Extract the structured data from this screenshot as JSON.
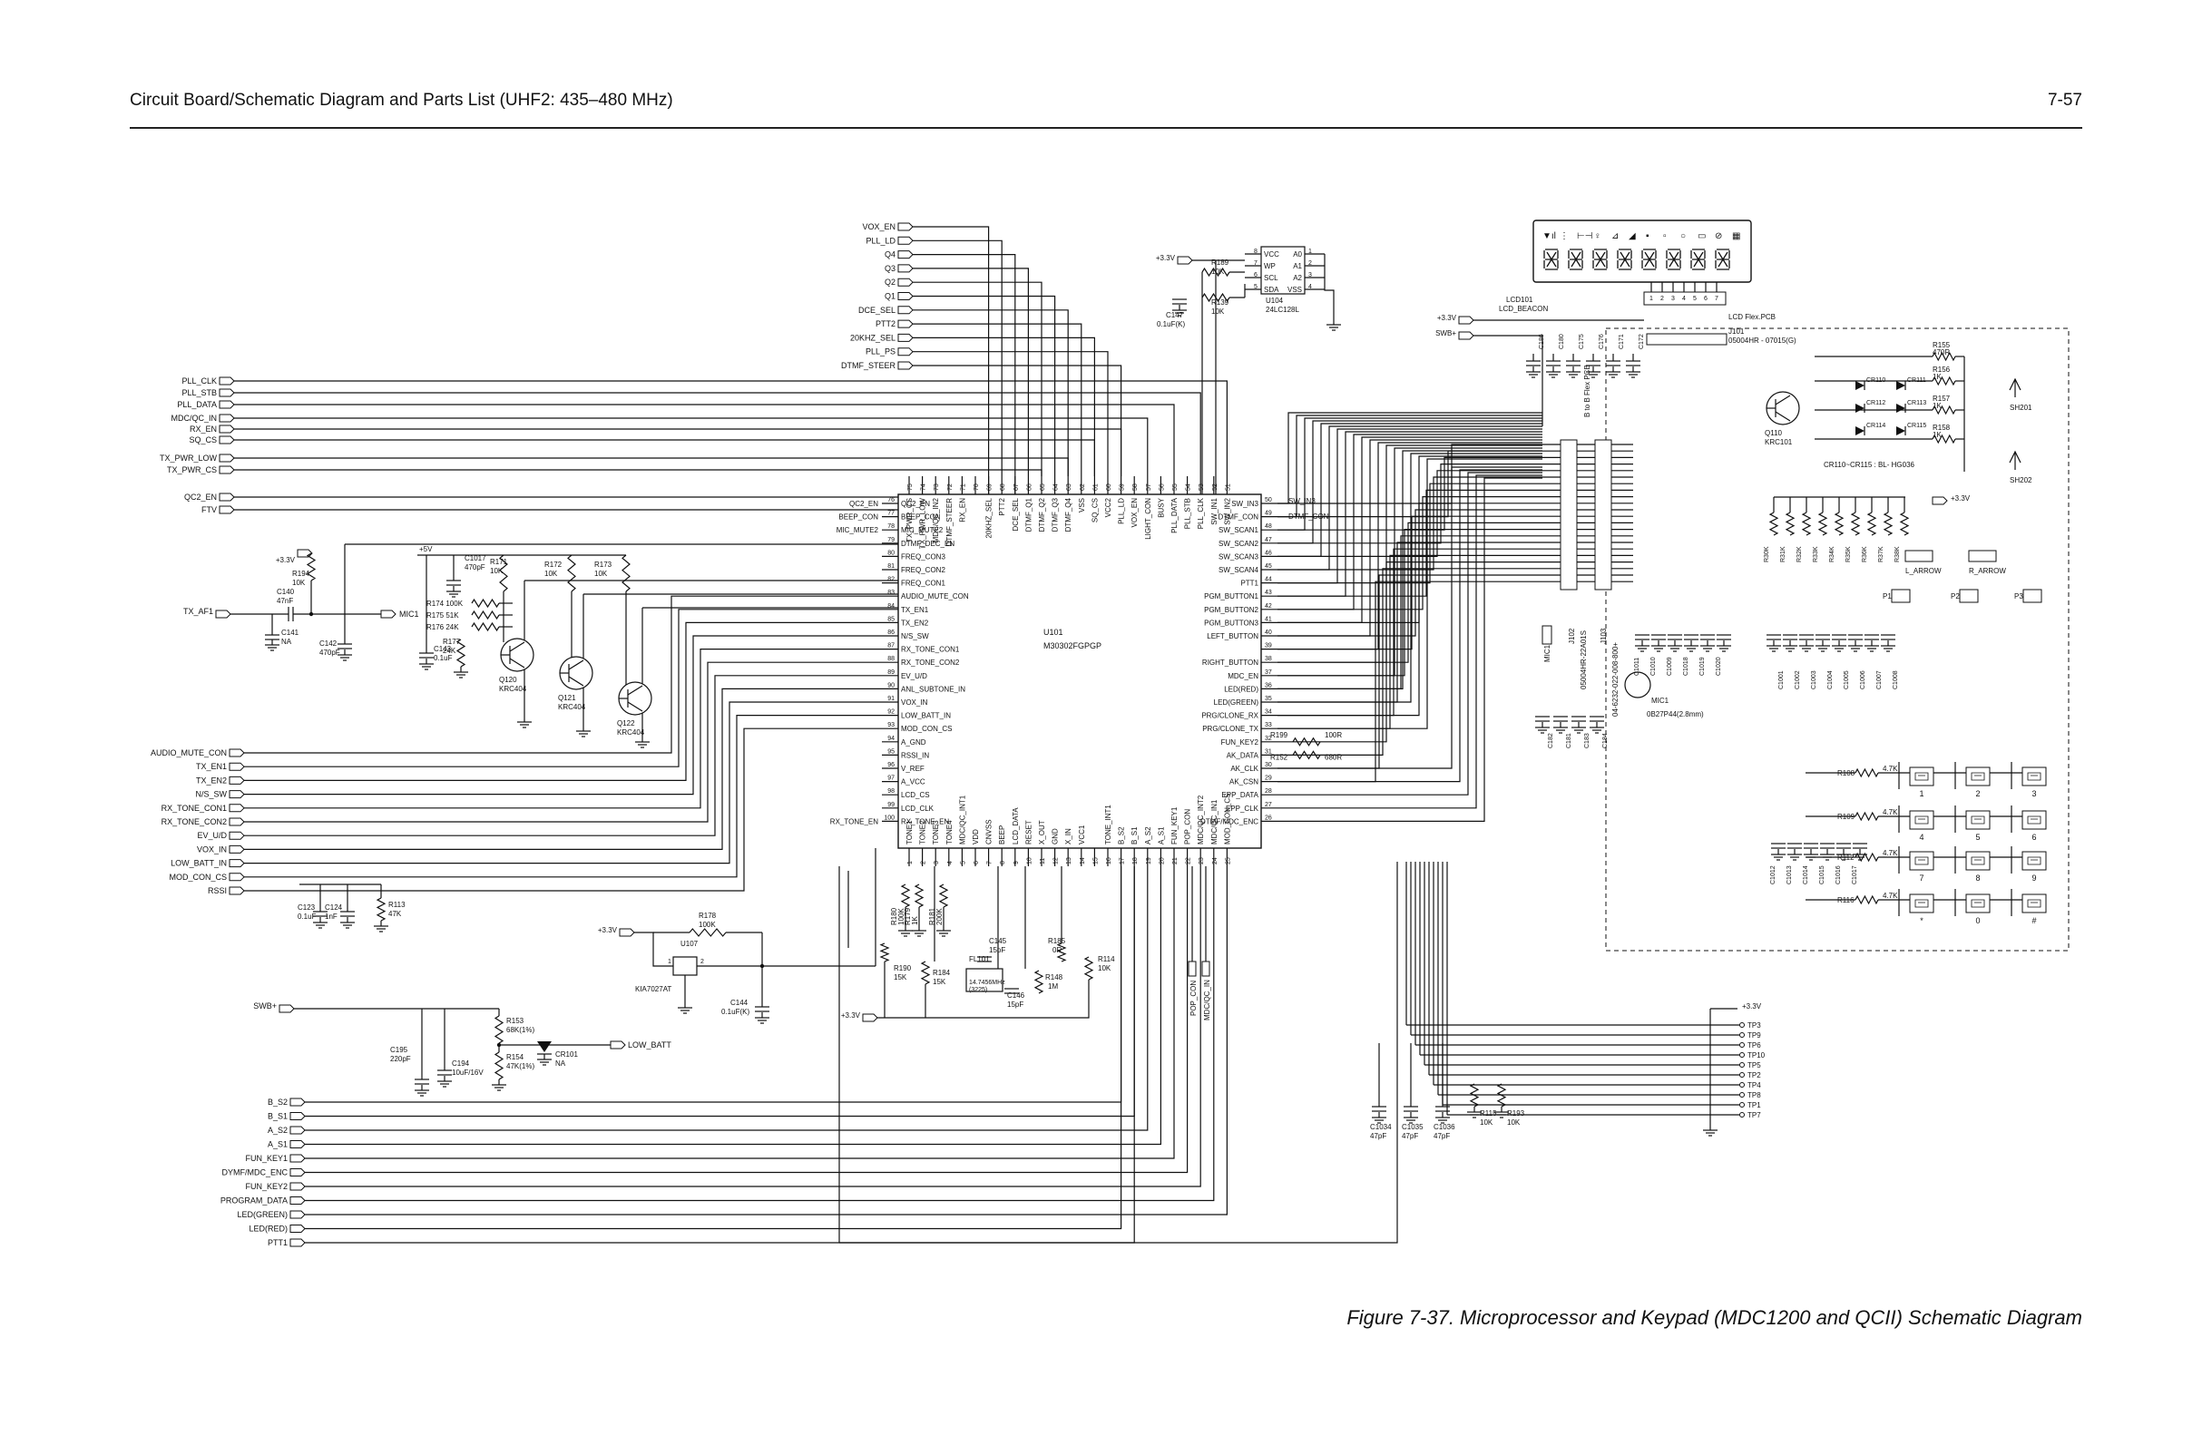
{
  "header": {
    "title": "Circuit Board/Schematic Diagram and Parts List (UHF2: 435–480 MHz)",
    "page_number": "7-57"
  },
  "caption": "Figure 7-37. Microprocessor and Keypad (MDC1200 and QCII) Schematic Diagram",
  "mcu": {
    "ref": "U101",
    "part": "M30302FGPGP",
    "left_pins": [
      {
        "num": "76",
        "name": "QC2_EN",
        "ext": "QC2_EN"
      },
      {
        "num": "77",
        "name": "BEEP_CON",
        "ext": "BEEP_CON"
      },
      {
        "num": "78",
        "name": "MIC_MUTE2",
        "ext": "MIC_MUTE2"
      },
      {
        "num": "79",
        "name": "DTMF_DEC_EN",
        "ext": ""
      },
      {
        "num": "80",
        "name": "FREQ_CON3",
        "ext": ""
      },
      {
        "num": "81",
        "name": "FREQ_CON2",
        "ext": ""
      },
      {
        "num": "82",
        "name": "FREQ_CON1",
        "ext": ""
      },
      {
        "num": "83",
        "name": "AUDIO_MUTE_CON",
        "ext": ""
      },
      {
        "num": "84",
        "name": "TX_EN1",
        "ext": ""
      },
      {
        "num": "85",
        "name": "TX_EN2",
        "ext": ""
      },
      {
        "num": "86",
        "name": "N/S_SW",
        "ext": ""
      },
      {
        "num": "87",
        "name": "RX_TONE_CON1",
        "ext": ""
      },
      {
        "num": "88",
        "name": "RX_TONE_CON2",
        "ext": ""
      },
      {
        "num": "89",
        "name": "EV_U/D",
        "ext": ""
      },
      {
        "num": "90",
        "name": "ANL_SUBTONE_IN",
        "ext": ""
      },
      {
        "num": "91",
        "name": "VOX_IN",
        "ext": ""
      },
      {
        "num": "92",
        "name": "LOW_BATT_IN",
        "ext": ""
      },
      {
        "num": "93",
        "name": "MOD_CON_CS",
        "ext": ""
      },
      {
        "num": "94",
        "name": "A_GND",
        "ext": ""
      },
      {
        "num": "95",
        "name": "RSSI_IN",
        "ext": ""
      },
      {
        "num": "96",
        "name": "V_REF",
        "ext": ""
      },
      {
        "num": "97",
        "name": "A_VCC",
        "ext": ""
      },
      {
        "num": "98",
        "name": "LCD_CS",
        "ext": ""
      },
      {
        "num": "99",
        "name": "LCD_CLK",
        "ext": ""
      },
      {
        "num": "100",
        "name": "RX_TONE_EN",
        "ext": "RX_TONE_EN"
      }
    ],
    "right_pins": [
      {
        "num": "50",
        "name": "SW_IN3"
      },
      {
        "num": "49",
        "name": "DTMF_CON"
      },
      {
        "num": "48",
        "name": "SW_SCAN1"
      },
      {
        "num": "47",
        "name": "SW_SCAN2"
      },
      {
        "num": "46",
        "name": "SW_SCAN3"
      },
      {
        "num": "45",
        "name": "SW_SCAN4"
      },
      {
        "num": "44",
        "name": "PTT1"
      },
      {
        "num": "43",
        "name": "PGM_BUTTON1"
      },
      {
        "num": "42",
        "name": "PGM_BUTTON2"
      },
      {
        "num": "41",
        "name": "PGM_BUTTON3"
      },
      {
        "num": "40",
        "name": "LEFT_BUTTON"
      },
      {
        "num": "39",
        "name": ""
      },
      {
        "num": "38",
        "name": "RIGHT_BUTTON"
      },
      {
        "num": "37",
        "name": "MDC_EN"
      },
      {
        "num": "36",
        "name": "LED(RED)"
      },
      {
        "num": "35",
        "name": "LED(GREEN)"
      },
      {
        "num": "34",
        "name": "PRG/CLONE_RX"
      },
      {
        "num": "33",
        "name": "PRG/CLONE_TX"
      },
      {
        "num": "32",
        "name": "FUN_KEY2"
      },
      {
        "num": "31",
        "name": "AK_DATA"
      },
      {
        "num": "30",
        "name": "AK_CLK"
      },
      {
        "num": "29",
        "name": "AK_CSN"
      },
      {
        "num": "28",
        "name": "EPP_DATA"
      },
      {
        "num": "27",
        "name": "EPP_CLK"
      },
      {
        "num": "26",
        "name": "DTMF/MDC_ENC"
      }
    ],
    "top_pins": [
      {
        "num": "75",
        "name": "TX_PWR_CS"
      },
      {
        "num": "74",
        "name": "TX_PWR_LOW"
      },
      {
        "num": "73",
        "name": "MDC/QC_IN2"
      },
      {
        "num": "72",
        "name": "DTMF_STEER"
      },
      {
        "num": "71",
        "name": "RX_EN"
      },
      {
        "num": "70",
        "name": ""
      },
      {
        "num": "69",
        "name": "20KHZ_SEL"
      },
      {
        "num": "68",
        "name": "PTT2"
      },
      {
        "num": "67",
        "name": "DCE_SEL"
      },
      {
        "num": "66",
        "name": "DTMF_Q1"
      },
      {
        "num": "65",
        "name": "DTMF_Q2"
      },
      {
        "num": "64",
        "name": "DTMF_Q3"
      },
      {
        "num": "63",
        "name": "DTMF_Q4"
      },
      {
        "num": "62",
        "name": "VSS"
      },
      {
        "num": "61",
        "name": "SQ_CS"
      },
      {
        "num": "60",
        "name": "VCC2"
      },
      {
        "num": "59",
        "name": "PLL_LD"
      },
      {
        "num": "58",
        "name": "VOX_EN"
      },
      {
        "num": "57",
        "name": "LIGHT_CON"
      },
      {
        "num": "56",
        "name": "BUSY"
      },
      {
        "num": "55",
        "name": "PLL_DATA"
      },
      {
        "num": "54",
        "name": "PLL_STB"
      },
      {
        "num": "53",
        "name": "PLL_CLK"
      },
      {
        "num": "52",
        "name": "SW_IN1"
      },
      {
        "num": "51",
        "name": "SW_IN2"
      }
    ],
    "bottom_pins": [
      {
        "num": "1",
        "name": "TONE1"
      },
      {
        "num": "2",
        "name": "TONE2"
      },
      {
        "num": "3",
        "name": "TONE3"
      },
      {
        "num": "4",
        "name": "TONE4"
      },
      {
        "num": "5",
        "name": "MDC/QC_INT1"
      },
      {
        "num": "6",
        "name": "VDD"
      },
      {
        "num": "7",
        "name": "CNVSS"
      },
      {
        "num": "8",
        "name": "BEEP"
      },
      {
        "num": "9",
        "name": "LCD_DATA"
      },
      {
        "num": "10",
        "name": "RESET"
      },
      {
        "num": "11",
        "name": "X_OUT"
      },
      {
        "num": "12",
        "name": "GND"
      },
      {
        "num": "13",
        "name": "X_IN"
      },
      {
        "num": "14",
        "name": "VCC1"
      },
      {
        "num": "15",
        "name": ""
      },
      {
        "num": "16",
        "name": "TONE_INT1"
      },
      {
        "num": "17",
        "name": "B_S2"
      },
      {
        "num": "18",
        "name": "B_S1"
      },
      {
        "num": "19",
        "name": "A_S2"
      },
      {
        "num": "20",
        "name": "A_S1"
      },
      {
        "num": "21",
        "name": "FUN_KEY1"
      },
      {
        "num": "22",
        "name": "POP_CON"
      },
      {
        "num": "23",
        "name": "MDC/QC_INT2"
      },
      {
        "num": "24",
        "name": "MDC/QC_IN1"
      },
      {
        "num": "25",
        "name": "MOD_CON_CS"
      }
    ]
  },
  "left_connectors": [
    {
      "name": "PLL_CLK"
    },
    {
      "name": "PLL_STB"
    },
    {
      "name": "PLL_DATA"
    },
    {
      "name": "MDC/QC_IN"
    },
    {
      "name": "RX_EN"
    },
    {
      "name": "SQ_CS"
    },
    {
      "name": "TX_PWR_LOW"
    },
    {
      "name": "TX_PWR_CS"
    },
    {
      "name": "QC2_EN"
    },
    {
      "name": "FTV"
    }
  ],
  "top_connectors": [
    {
      "name": "VOX_EN"
    },
    {
      "name": "PLL_LD"
    },
    {
      "name": "Q4"
    },
    {
      "name": "Q3"
    },
    {
      "name": "Q2"
    },
    {
      "name": "Q1"
    },
    {
      "name": "DCE_SEL"
    },
    {
      "name": "PTT2"
    },
    {
      "name": "20KHZ_SEL"
    },
    {
      "name": "PLL_PS"
    },
    {
      "name": "DTMF_STEER"
    }
  ],
  "mid_connectors": [
    {
      "name": "AUDIO_MUTE_CON"
    },
    {
      "name": "TX_EN1"
    },
    {
      "name": "TX_EN2"
    },
    {
      "name": "N/S_SW"
    },
    {
      "name": "RX_TONE_CON1"
    },
    {
      "name": "RX_TONE_CON2"
    },
    {
      "name": "EV_U/D"
    },
    {
      "name": "VOX_IN"
    },
    {
      "name": "LOW_BATT_IN"
    },
    {
      "name": "MOD_CON_CS"
    },
    {
      "name": "RSSI"
    }
  ],
  "bottom_connectors": [
    {
      "name": "B_S2"
    },
    {
      "name": "B_S1"
    },
    {
      "name": "A_S2"
    },
    {
      "name": "A_S1"
    },
    {
      "name": "FUN_KEY1"
    },
    {
      "name": "DYMF/MDC_ENC"
    },
    {
      "name": "FUN_KEY2"
    },
    {
      "name": "PROGRAM_DATA"
    },
    {
      "name": "LED(GREEN)"
    },
    {
      "name": "LED(RED)"
    },
    {
      "name": "PTT1"
    }
  ],
  "test_points": [
    {
      "name": "TP3"
    },
    {
      "name": "TP9"
    },
    {
      "name": "TP6"
    },
    {
      "name": "TP10"
    },
    {
      "name": "TP5"
    },
    {
      "name": "TP2"
    },
    {
      "name": "TP4"
    },
    {
      "name": "TP8"
    },
    {
      "name": "TP1"
    },
    {
      "name": "TP7"
    }
  ],
  "labels": {
    "v33": "+3.3V",
    "v5": "+5V",
    "swb": "SWB+",
    "tx_af1": "TX_AF1",
    "mic1": "MIC1",
    "low_batt": "LOW_BATT",
    "pop_con": "POP_CON",
    "mdc_qc_in": "MDC/QC_IN",
    "sw_in3": "SW_IN3",
    "dtmf_con": "DTMF_CON",
    "mdc_en": "MDC_EN",
    "epp_data": "EPP_DATA",
    "epp_clk": "EPP_CLK",
    "dtmf_mdc_enc": "DTMF/MDC_ENC",
    "lcd_beacon": "LCD_BEACON",
    "lcd101": "LCD101",
    "lcd_flex": "LCD   Flex.PCB",
    "b_to_b": "B  to  B  Flex  PCB",
    "cr_note": "CR110~CR115 : BL- HG036",
    "mic_spec": "0B27P44(2.8mm)",
    "sh201": "SH201",
    "sh202": "SH202",
    "l_arrow": "L_ARROW",
    "r_arrow": "R_ARROW",
    "p1": "P1",
    "p2": "P2",
    "p3": "P3"
  },
  "eeprom": {
    "ref": "U104",
    "part": "24LC128L",
    "pins_left": [
      "8",
      "7",
      "6",
      "5"
    ],
    "pins_right": [
      "1",
      "2",
      "3",
      "4"
    ],
    "names_left": [
      "VCC",
      "WP",
      "SCL",
      "SDA"
    ],
    "names_right": [
      "A0",
      "A1",
      "A2",
      "VSS"
    ]
  },
  "components": [
    {
      "ref": "R189",
      "val": "10K"
    },
    {
      "ref": "R139",
      "val": "10K"
    },
    {
      "ref": "C147",
      "val": "0.1uF(K)"
    },
    {
      "ref": "R194",
      "val": "10K"
    },
    {
      "ref": "C140",
      "val": "47nF"
    },
    {
      "ref": "C141",
      "val": "NA"
    },
    {
      "ref": "C142",
      "val": "470pF"
    },
    {
      "ref": "C1017",
      "val": "470pF"
    },
    {
      "ref": "R171",
      "val": "10K"
    },
    {
      "ref": "R172",
      "val": "10K"
    },
    {
      "ref": "R173",
      "val": "10K"
    },
    {
      "ref": "R174",
      "val": "100K"
    },
    {
      "ref": "R175",
      "val": "51K"
    },
    {
      "ref": "R176",
      "val": "24K"
    },
    {
      "ref": "C143",
      "val": "0.1uF"
    },
    {
      "ref": "R177",
      "val": "24K"
    },
    {
      "ref": "Q120",
      "val": "KRC404"
    },
    {
      "ref": "Q121",
      "val": "KRC404"
    },
    {
      "ref": "Q122",
      "val": "KRC404"
    },
    {
      "ref": "C123",
      "val": "0.1uF"
    },
    {
      "ref": "C124",
      "val": "1nF"
    },
    {
      "ref": "R113",
      "val": "47K"
    },
    {
      "ref": "R178",
      "val": "100K"
    },
    {
      "ref": "U107",
      "val": "KIA7027AT"
    },
    {
      "ref": "C144",
      "val": "0.1uF(K)"
    },
    {
      "ref": "R153",
      "val": "68K(1%)"
    },
    {
      "ref": "R154",
      "val": "47K(1%)"
    },
    {
      "ref": "CR101",
      "val": "NA"
    },
    {
      "ref": "C195",
      "val": "220pF"
    },
    {
      "ref": "C194",
      "val": "10uF/16V"
    },
    {
      "ref": "R190",
      "val": "15K"
    },
    {
      "ref": "R184",
      "val": "15K"
    },
    {
      "ref": "C145",
      "val": "15pF"
    },
    {
      "ref": "FL101",
      "val": "14.7456MHz"
    },
    {
      "ref": "C146",
      "val": "15pF"
    },
    {
      "ref": "R185",
      "val": "0R"
    },
    {
      "ref": "R148",
      "val": "1M"
    },
    {
      "ref": "R114",
      "val": "10K"
    },
    {
      "ref": "R180",
      "val": "100K"
    },
    {
      "ref": "R179",
      "val": "1K"
    },
    {
      "ref": "R181",
      "val": "200K"
    },
    {
      "ref": "R199",
      "val": "100R"
    },
    {
      "ref": "R152",
      "val": "680R"
    },
    {
      "ref": "C1034",
      "val": "47pF"
    },
    {
      "ref": "C1035",
      "val": "47pF"
    },
    {
      "ref": "C1036",
      "val": "47pF"
    },
    {
      "ref": "R115",
      "val": "10K"
    },
    {
      "ref": "R193",
      "val": "10K"
    },
    {
      "ref": "J101",
      "val": "05004HR - 07015(G)"
    },
    {
      "ref": "Q110",
      "val": "KRC101"
    },
    {
      "ref": "R155",
      "val": "470R"
    },
    {
      "ref": "R156",
      "val": "1K"
    },
    {
      "ref": "R157",
      "val": "1K"
    },
    {
      "ref": "R158",
      "val": "1K"
    },
    {
      "ref": "R108",
      "val": "4.7K"
    },
    {
      "ref": "R109",
      "val": "4.7K"
    },
    {
      "ref": "R112",
      "val": "4.7K"
    },
    {
      "ref": "R116",
      "val": "4.7K"
    },
    {
      "ref": "J102",
      "val": "05004HR-22A01S"
    },
    {
      "ref": "J103",
      "val": "04-6232-022-008-800+"
    }
  ],
  "keypad_keys": [
    "1",
    "2",
    "3",
    "4",
    "5",
    "6",
    "7",
    "8",
    "9",
    "*",
    "0",
    "#"
  ],
  "caps_column_a": [
    "C186",
    "C180",
    "C175",
    "C176",
    "C171",
    "C172"
  ],
  "caps_column_b": [
    "C182",
    "C181",
    "C183",
    "C184"
  ],
  "resistor_bank": [
    "R30",
    "R31",
    "R32",
    "R33",
    "R34",
    "R35",
    "R36",
    "R37",
    "R38"
  ],
  "led_refs": [
    "CR110",
    "CR111",
    "CR112",
    "CR113",
    "CR114",
    "CR115"
  ]
}
